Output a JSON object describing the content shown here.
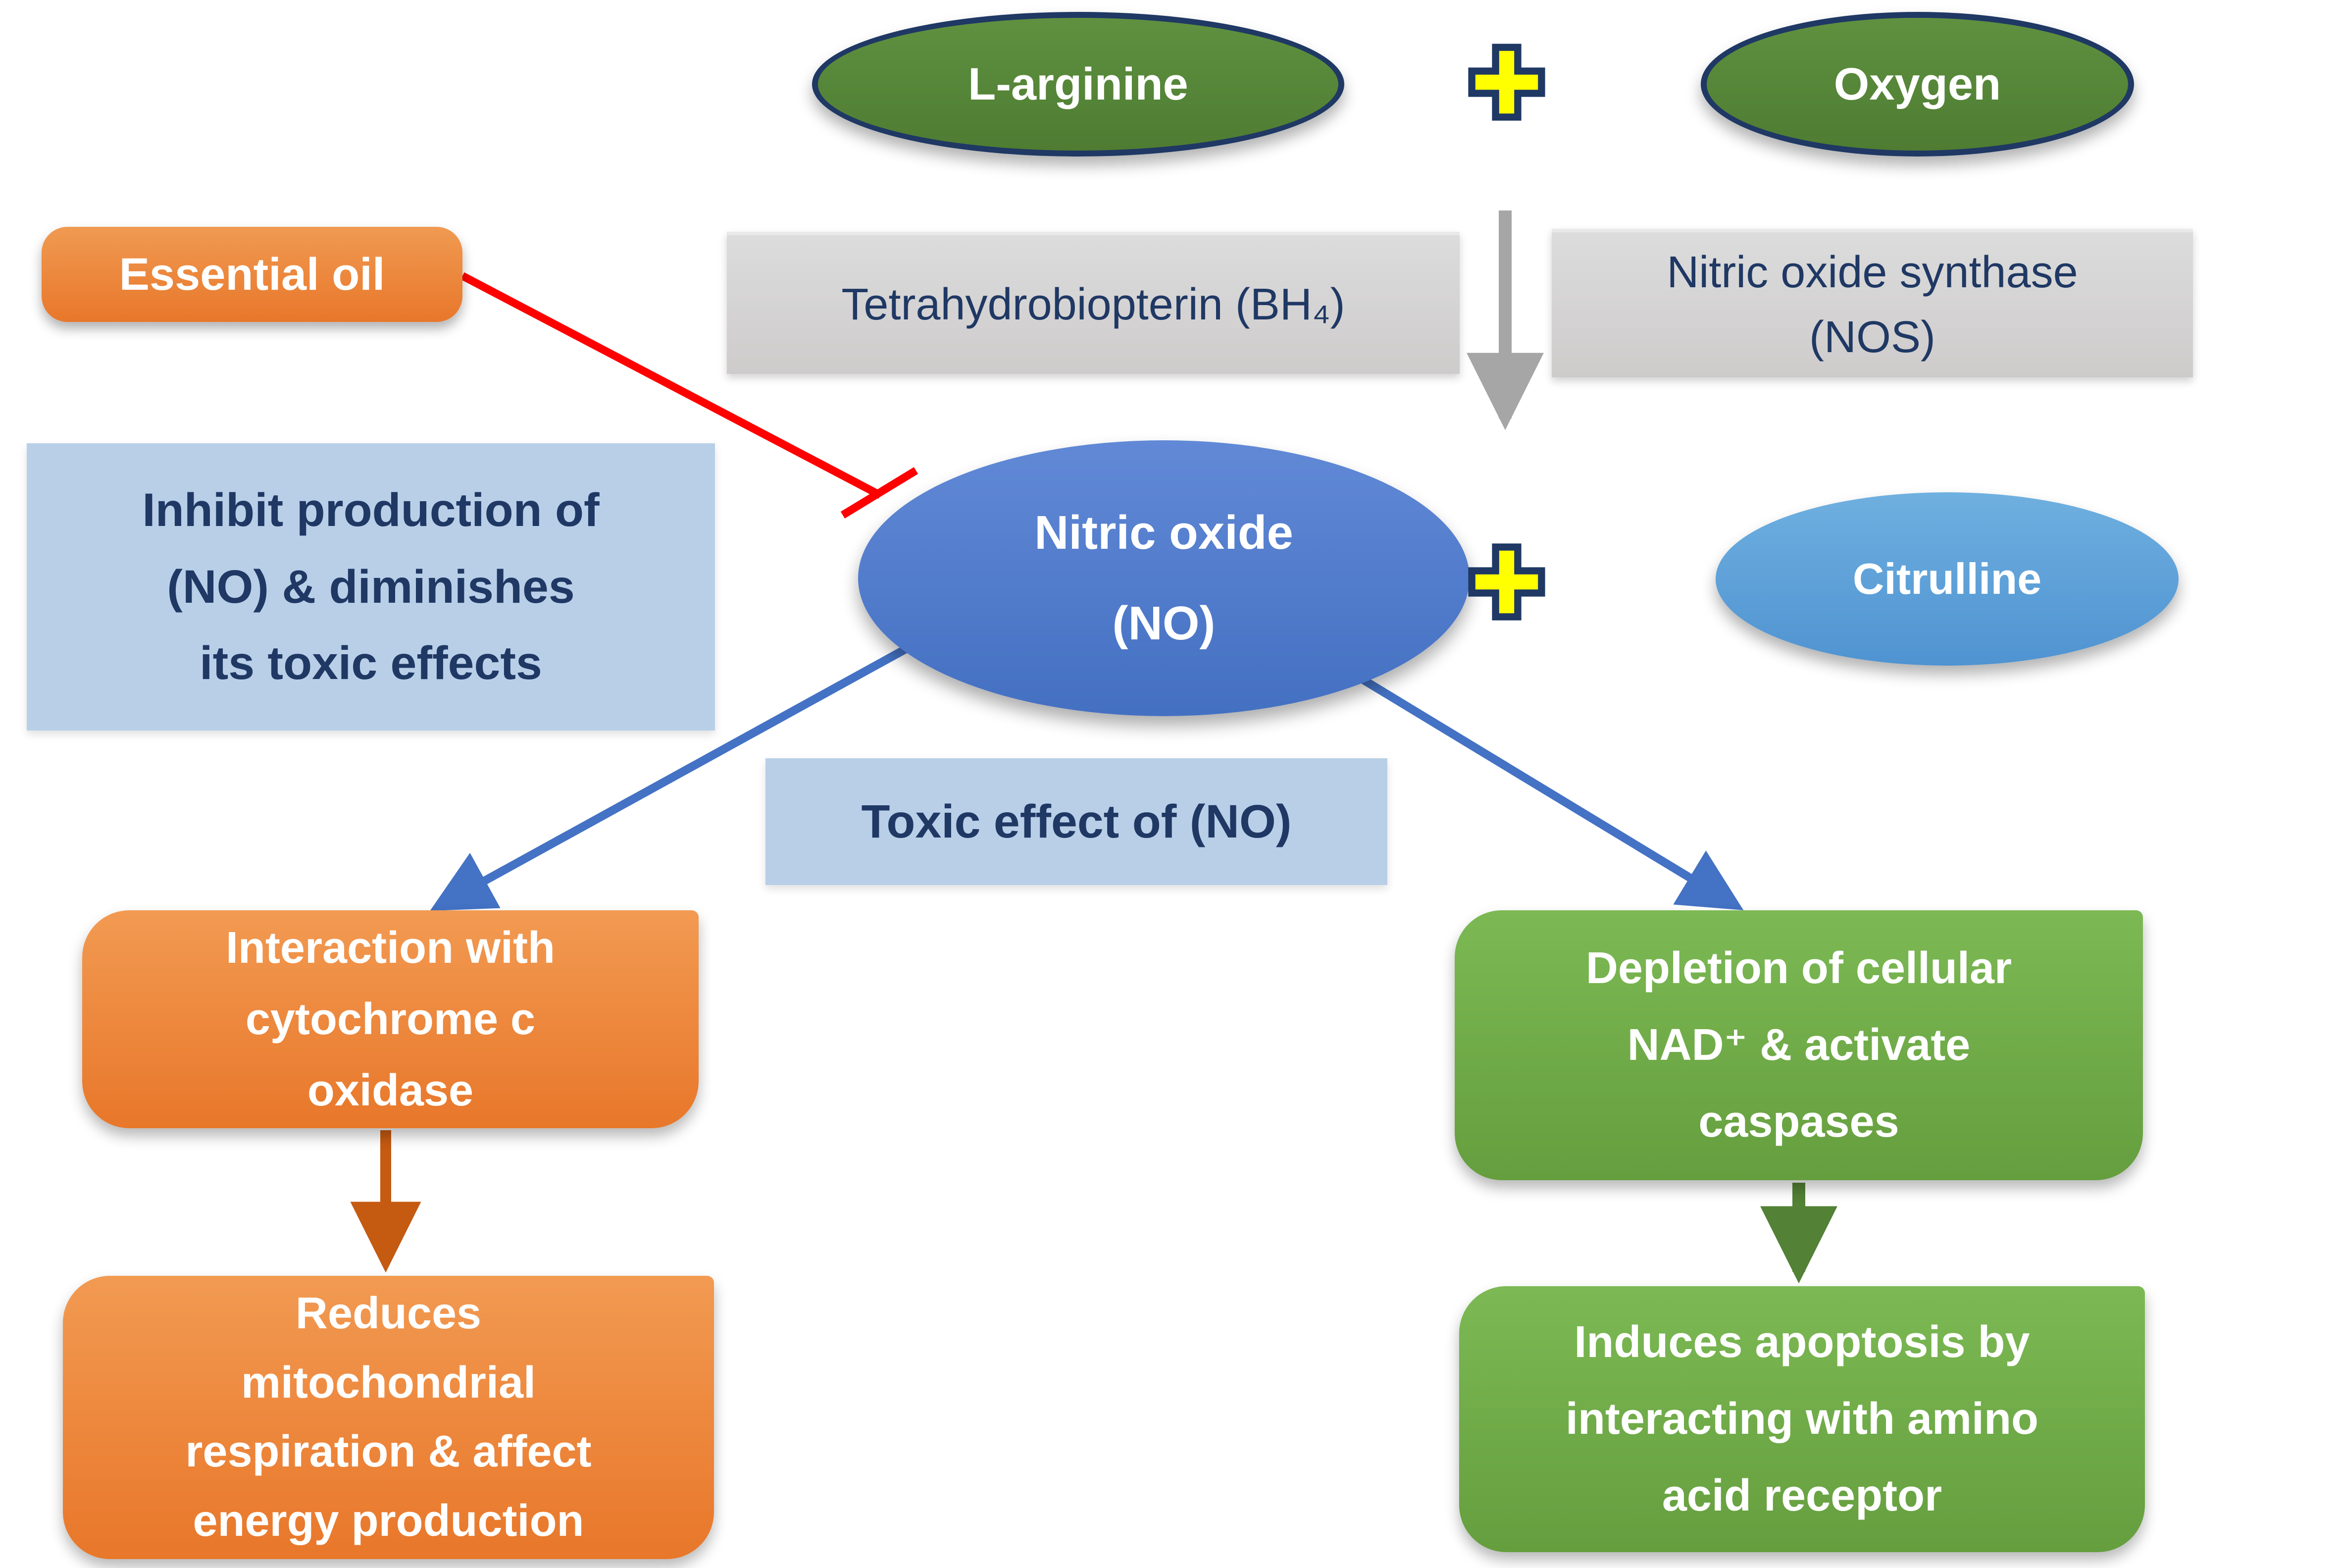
{
  "title": "Nitric oxide synthesis pathway and essential oil inhibition diagram",
  "colors": {
    "background": "#ffffff",
    "green_node": "#538135",
    "node_border_navy": "#1f3864",
    "navy_text": "#1f3864",
    "gray_box": "#d6d3d3",
    "light_blue_box": "#b9cfe8",
    "blue_node": "#4472c4",
    "light_blue_node": "#5b9bd5",
    "orange": "#ed7d31",
    "green_box": "#70ad47",
    "plus_fill": "#ffff00",
    "red_inhibit_line": "#fe0000",
    "blue_arrow": "#4472c4",
    "gray_arrow": "#a6a6a6",
    "orange_arrow": "#c55a11",
    "green_arrow": "#538135"
  },
  "nodes": {
    "l_arginine": {
      "label": "L-arginine"
    },
    "oxygen": {
      "label": "Oxygen"
    },
    "plus_top": {
      "icon": "plus-icon"
    },
    "plus_mid": {
      "icon": "plus-icon"
    },
    "tetrahydrobiopterin": {
      "label": "Tetrahydrobiopterin (BH₄)"
    },
    "nitric_oxide_synthase": {
      "lines": [
        "Nitric oxide synthase",
        "(NOS)"
      ]
    },
    "essential_oil": {
      "label": "Essential oil"
    },
    "inhibit_note": {
      "lines": [
        "Inhibit production of",
        "(NO) & diminishes",
        "its toxic effects"
      ]
    },
    "nitric_oxide": {
      "lines": [
        "Nitric oxide",
        "(NO)"
      ]
    },
    "citrulline": {
      "label": "Citrulline"
    },
    "toxic_effect": {
      "label": "Toxic effect of (NO)"
    },
    "interaction": {
      "lines": [
        "Interaction with",
        "cytochrome c",
        "oxidase"
      ]
    },
    "depletion": {
      "lines": [
        "Depletion of cellular",
        "NAD⁺ & activate",
        "caspases"
      ]
    },
    "reduces": {
      "lines": [
        "Reduces",
        "mitochondrial",
        "respiration & affect",
        "energy production"
      ]
    },
    "induces": {
      "lines": [
        "Induces apoptosis by",
        "interacting with amino",
        "acid receptor"
      ]
    }
  },
  "connectors": {
    "nos_to_no": "gray reaction arrow",
    "essential_oil_inhibition": "red inhibition line with T-bar",
    "no_to_interaction": "blue arrow",
    "no_to_depletion": "blue arrow",
    "interaction_to_reduces": "orange arrow",
    "depletion_to_induces": "green arrow"
  }
}
